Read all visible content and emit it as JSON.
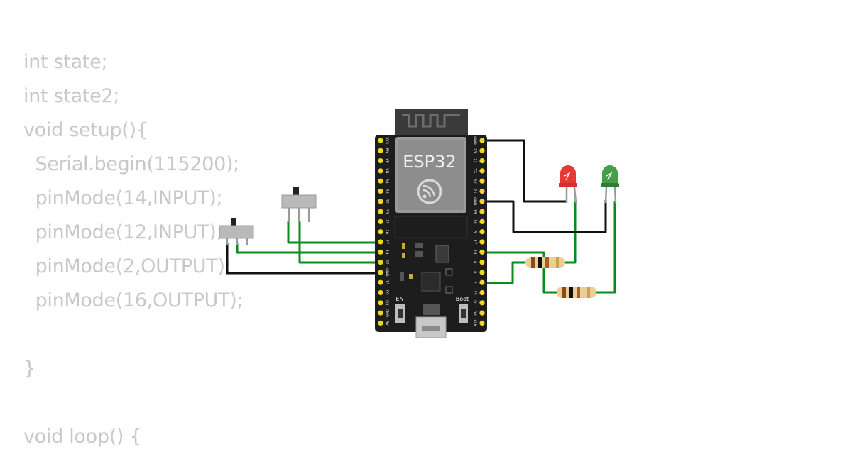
{
  "code_lines": [
    "int state;",
    "int state2;",
    "void setup(){",
    "  Serial.begin(115200);",
    "  pinMode(14,INPUT);",
    "  pinMode(12,INPUT);",
    "  pinMode(2,OUTPUT);",
    "  pinMode(16,OUTPUT);",
    "",
    "}",
    "",
    "void loop() {"
  ],
  "board": {
    "title": "ESP32",
    "en_label": "EN",
    "boot_label": "Boot",
    "left_pins": [
      "3V3",
      "EN",
      "VP",
      "VN",
      "34",
      "35",
      "32",
      "33",
      "25",
      "26",
      "27",
      "14",
      "12",
      "GND",
      "13",
      "D2",
      "D3",
      "CMD",
      "5V"
    ],
    "right_pins": [
      "GND",
      "23",
      "22",
      "TX",
      "RX",
      "21",
      "GND",
      "19",
      "18",
      "5",
      "17",
      "16",
      "4",
      "0",
      "2",
      "15",
      "D1",
      "D0",
      "CLK"
    ]
  },
  "components": {
    "led_red_color": "#e53935",
    "led_green_color": "#43a047"
  },
  "colors": {
    "wire_green": "#0b8a1e",
    "wire_black": "#111111",
    "board_black": "#1d1d1d",
    "pin_yellow": "#f0d62a"
  }
}
